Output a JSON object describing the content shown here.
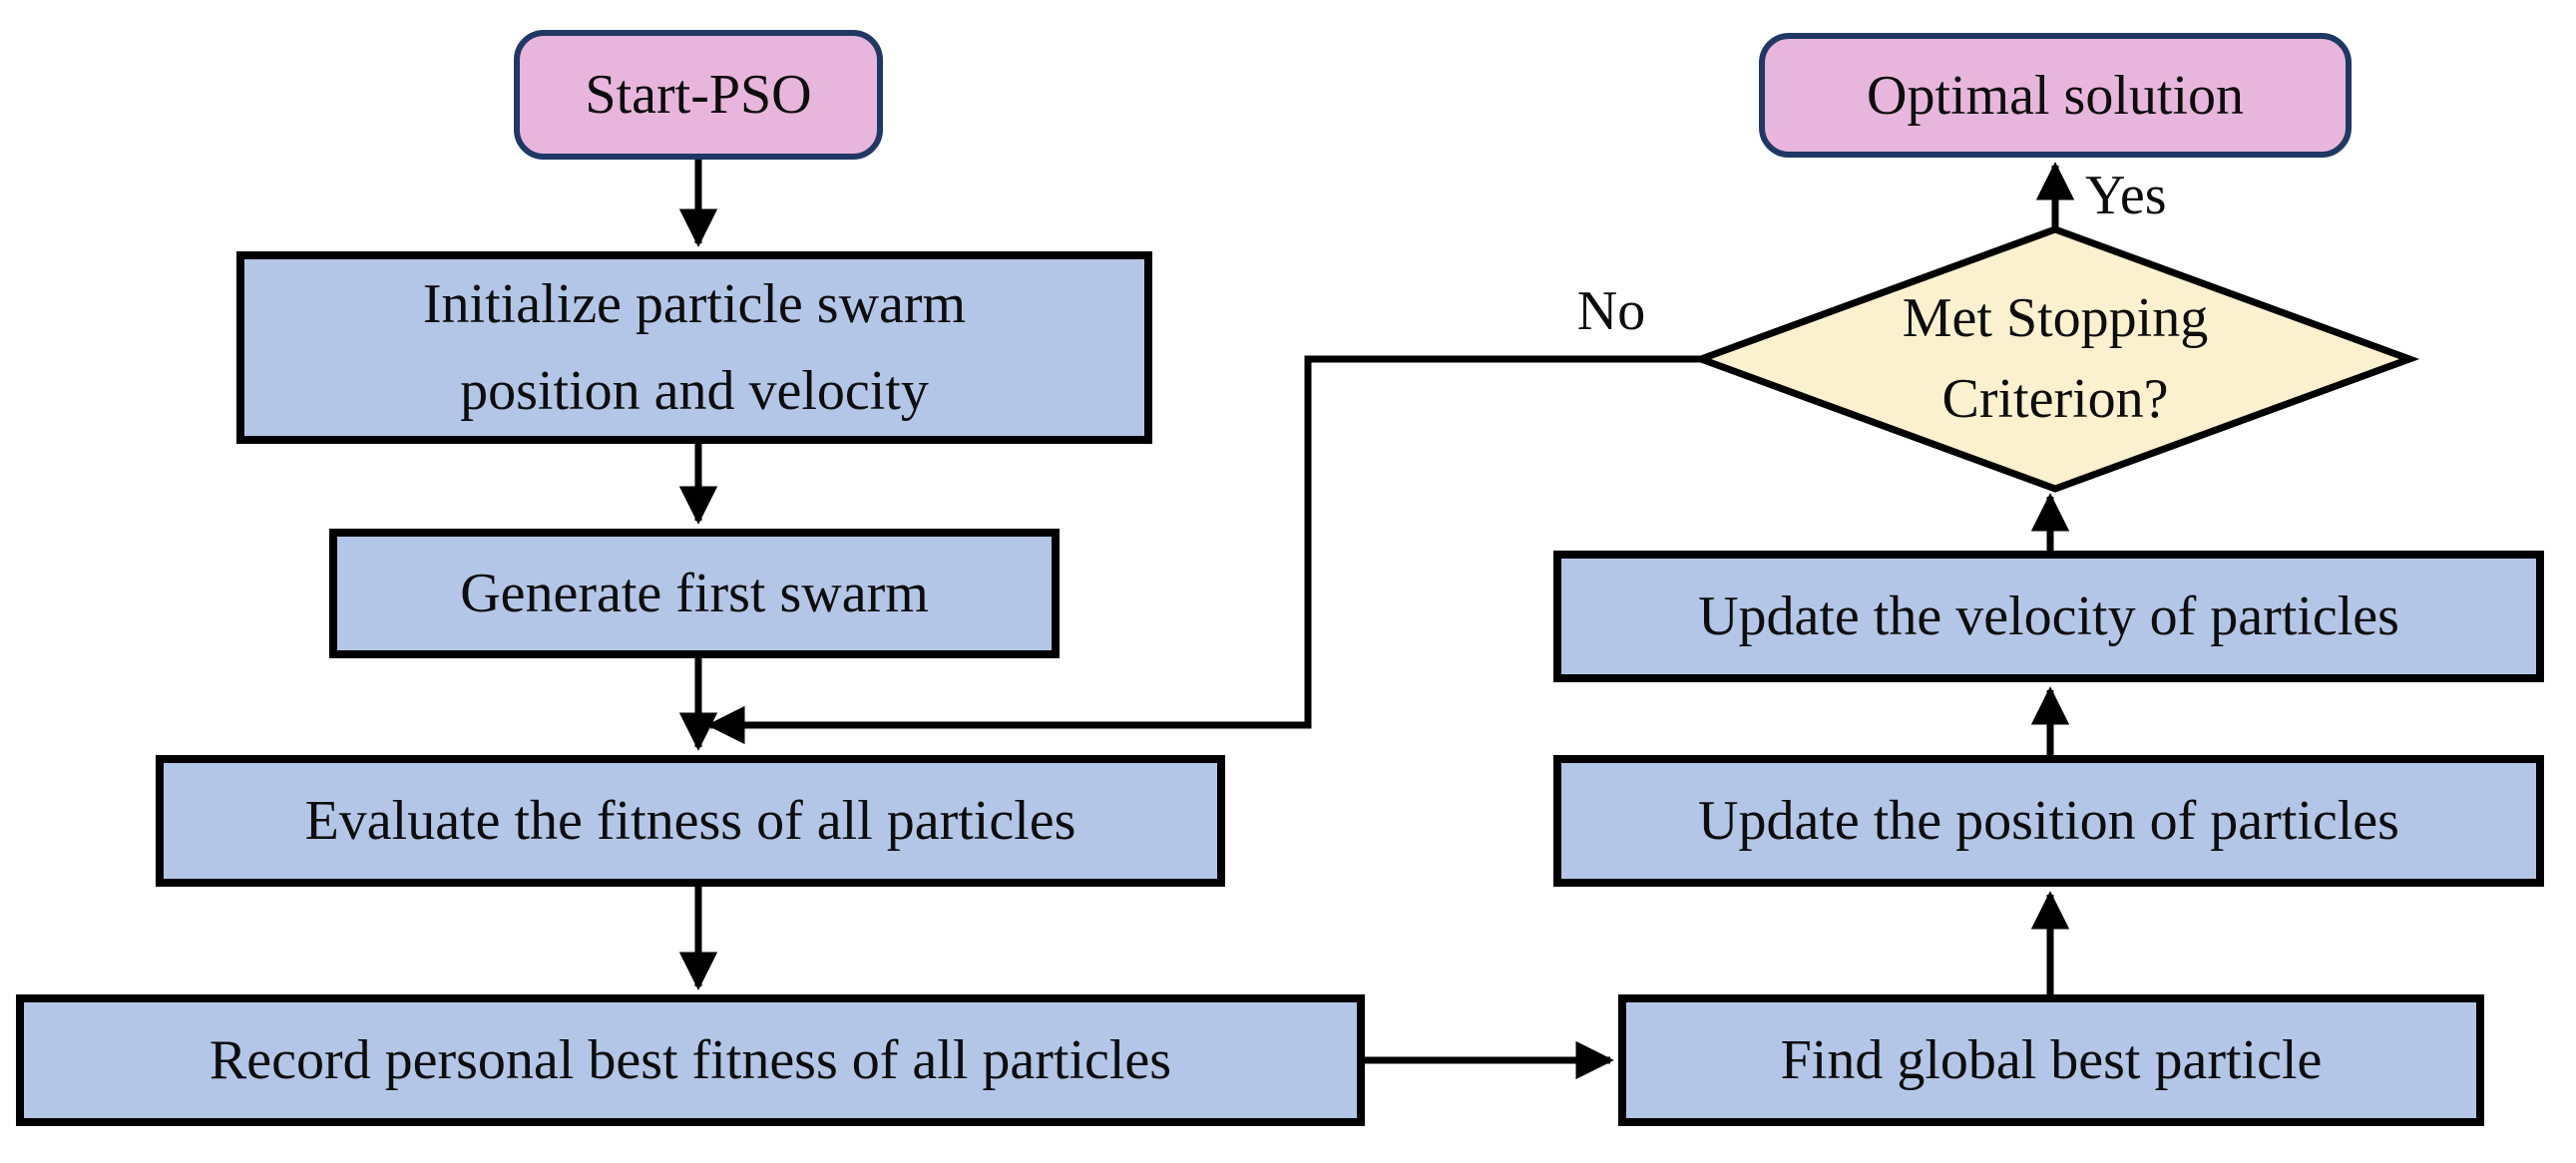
{
  "diagram": {
    "nodes": {
      "start": {
        "label": "Start-PSO"
      },
      "initialize": {
        "line1": "Initialize particle swarm",
        "line2": "position and velocity"
      },
      "generate": {
        "label": "Generate first swarm"
      },
      "evaluate": {
        "label": "Evaluate the fitness of all particles"
      },
      "record": {
        "label": "Record personal best fitness of all particles"
      },
      "find_global": {
        "label": "Find global best particle"
      },
      "update_position": {
        "label": "Update the position of particles"
      },
      "update_velocity": {
        "label": "Update the velocity of particles"
      },
      "decision": {
        "line1": "Met Stopping",
        "line2": "Criterion?"
      },
      "optimal": {
        "label": "Optimal solution"
      }
    },
    "edge_labels": {
      "yes": "Yes",
      "no": "No"
    },
    "colors": {
      "process_fill": "#b4c6e7",
      "terminal_fill": "#e8b6dc",
      "terminal_border": "#1f3864",
      "decision_fill": "#fbf1cf",
      "line": "#000000",
      "text": "#0d0d0d"
    }
  }
}
